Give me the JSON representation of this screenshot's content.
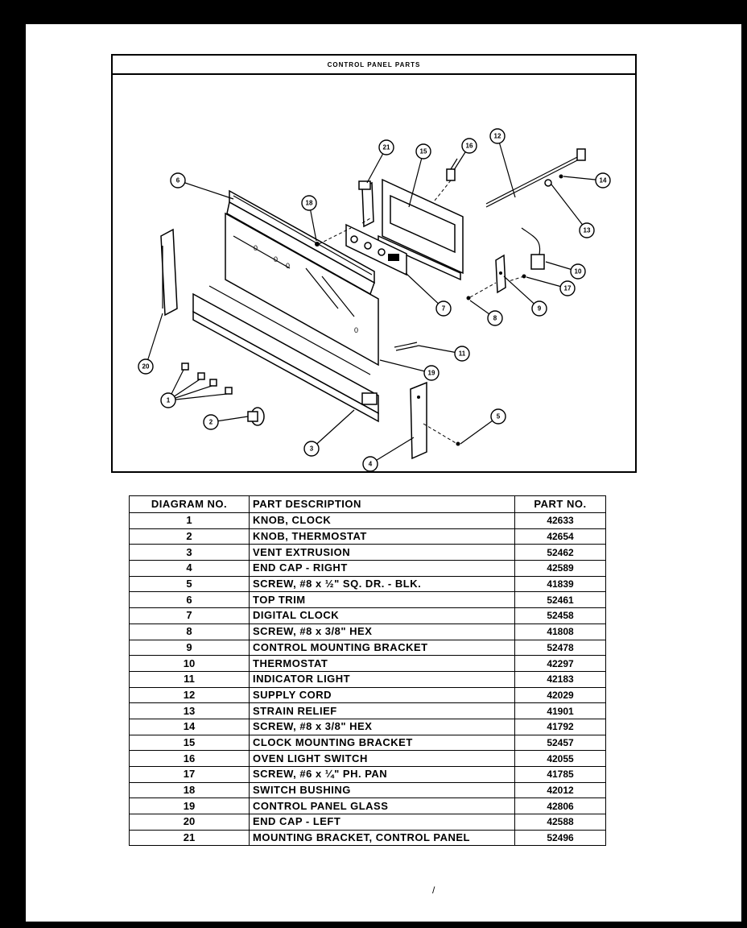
{
  "diagram": {
    "title": "CONTROL PANEL PARTS",
    "callouts": [
      "1",
      "2",
      "3",
      "4",
      "5",
      "6",
      "7",
      "8",
      "9",
      "10",
      "11",
      "12",
      "13",
      "14",
      "15",
      "16",
      "17",
      "18",
      "19",
      "20",
      "21"
    ]
  },
  "table": {
    "headers": [
      "DIAGRAM NO.",
      "PART DESCRIPTION",
      "PART NO."
    ],
    "rows": [
      {
        "no": "1",
        "desc": "KNOB, CLOCK",
        "part": "42633"
      },
      {
        "no": "2",
        "desc": "KNOB, THERMOSTAT",
        "part": "42654"
      },
      {
        "no": "3",
        "desc": "VENT EXTRUSION",
        "part": "52462"
      },
      {
        "no": "4",
        "desc": "END CAP - RIGHT",
        "part": "42589"
      },
      {
        "no": "5",
        "desc": "SCREW, #8 x ½\" SQ. DR. - BLK.",
        "part": "41839"
      },
      {
        "no": "6",
        "desc": "TOP TRIM",
        "part": "52461"
      },
      {
        "no": "7",
        "desc": "DIGITAL CLOCK",
        "part": "52458"
      },
      {
        "no": "8",
        "desc": "SCREW, #8 x 3/8\" HEX",
        "part": "41808"
      },
      {
        "no": "9",
        "desc": "CONTROL MOUNTING BRACKET",
        "part": "52478"
      },
      {
        "no": "10",
        "desc": "THERMOSTAT",
        "part": "42297"
      },
      {
        "no": "11",
        "desc": "INDICATOR LIGHT",
        "part": "42183"
      },
      {
        "no": "12",
        "desc": "SUPPLY CORD",
        "part": "42029"
      },
      {
        "no": "13",
        "desc": "STRAIN RELIEF",
        "part": "41901"
      },
      {
        "no": "14",
        "desc": "SCREW, #8 x 3/8\" HEX",
        "part": "41792"
      },
      {
        "no": "15",
        "desc": "CLOCK MOUNTING BRACKET",
        "part": "52457"
      },
      {
        "no": "16",
        "desc": "OVEN LIGHT SWITCH",
        "part": "42055"
      },
      {
        "no": "17",
        "desc": "SCREW, #6 x ¼\" PH. PAN",
        "part": "41785"
      },
      {
        "no": "18",
        "desc": "SWITCH BUSHING",
        "part": "42012"
      },
      {
        "no": "19",
        "desc": "CONTROL PANEL GLASS",
        "part": "42806"
      },
      {
        "no": "20",
        "desc": "END CAP - LEFT",
        "part": "42588"
      },
      {
        "no": "21",
        "desc": "MOUNTING BRACKET, CONTROL PANEL",
        "part": "52496"
      }
    ]
  },
  "footer": {
    "mark": "/"
  }
}
